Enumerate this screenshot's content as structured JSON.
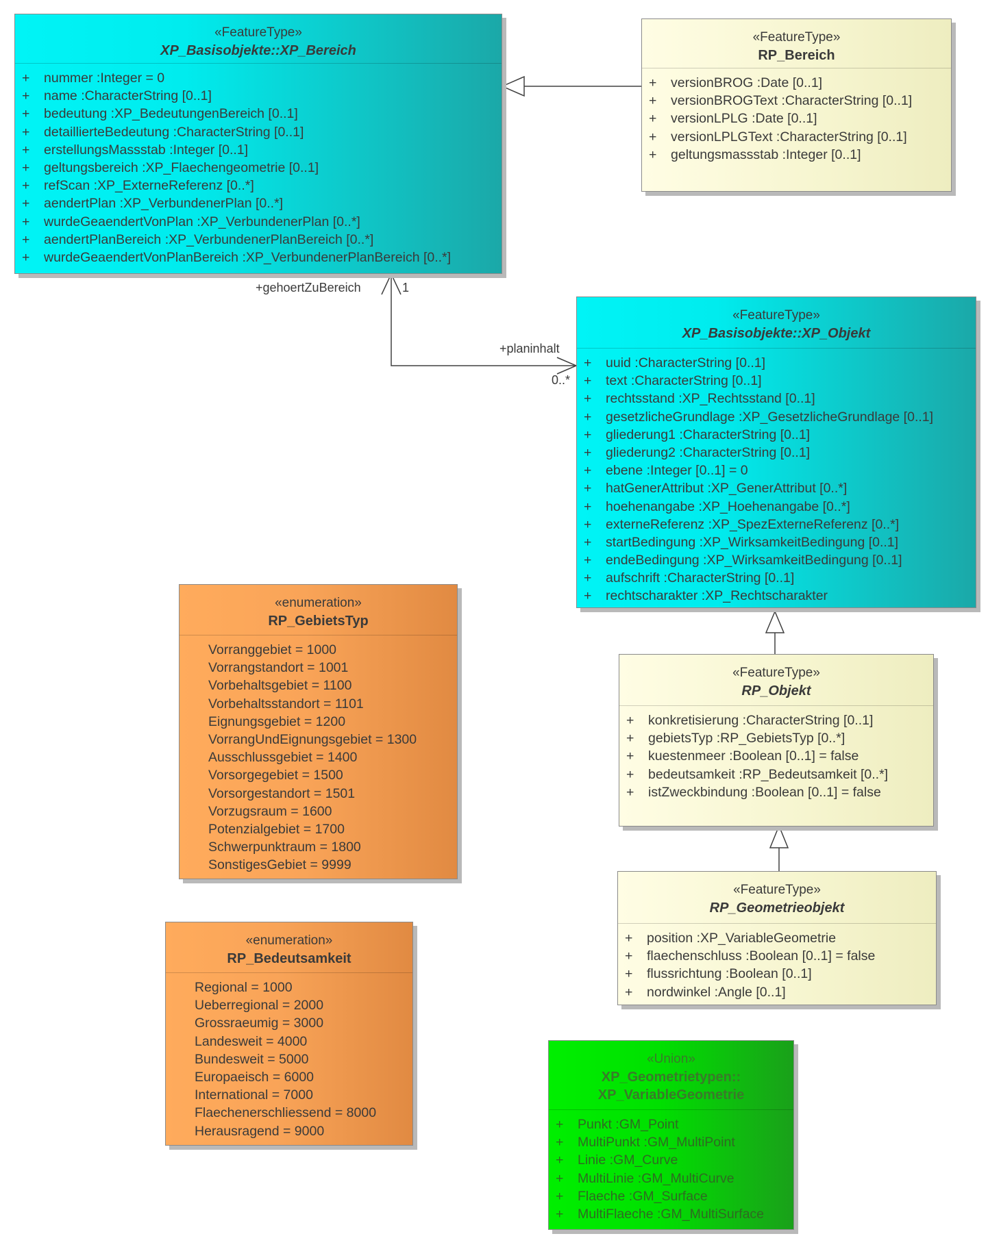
{
  "classes": {
    "xp_bereich": {
      "stereotype": "«FeatureType»",
      "name": "XP_Basisobjekte::XP_Bereich",
      "attributes": [
        {
          "vis": "+",
          "text": "nummer  :Integer = 0"
        },
        {
          "vis": "+",
          "text": "name  :CharacterString [0..1]"
        },
        {
          "vis": "+",
          "text": "bedeutung  :XP_BedeutungenBereich [0..1]"
        },
        {
          "vis": "+",
          "text": "detaillierteBedeutung  :CharacterString [0..1]"
        },
        {
          "vis": "+",
          "text": "erstellungsMassstab  :Integer [0..1]"
        },
        {
          "vis": "+",
          "text": "geltungsbereich  :XP_Flaechengeometrie [0..1]"
        },
        {
          "vis": "+",
          "text": "refScan  :XP_ExterneReferenz [0..*]"
        },
        {
          "vis": "+",
          "text": "aendertPlan  :XP_VerbundenerPlan [0..*]"
        },
        {
          "vis": "+",
          "text": "wurdeGeaendertVonPlan  :XP_VerbundenerPlan [0..*]"
        },
        {
          "vis": "+",
          "text": "aendertPlanBereich  :XP_VerbundenerPlanBereich [0..*]"
        },
        {
          "vis": "+",
          "text": "wurdeGeaendertVonPlanBereich  :XP_VerbundenerPlanBereich [0..*]"
        }
      ]
    },
    "rp_bereich": {
      "stereotype": "«FeatureType»",
      "name": "RP_Bereich",
      "attributes": [
        {
          "vis": "+",
          "text": "versionBROG  :Date [0..1]"
        },
        {
          "vis": "+",
          "text": "versionBROGText  :CharacterString [0..1]"
        },
        {
          "vis": "+",
          "text": "versionLPLG  :Date [0..1]"
        },
        {
          "vis": "+",
          "text": "versionLPLGText  :CharacterString [0..1]"
        },
        {
          "vis": "+",
          "text": "geltungsmassstab  :Integer [0..1]"
        }
      ]
    },
    "xp_objekt": {
      "stereotype": "«FeatureType»",
      "name": "XP_Basisobjekte::XP_Objekt",
      "attributes": [
        {
          "vis": "+",
          "text": "uuid  :CharacterString [0..1]"
        },
        {
          "vis": "+",
          "text": "text  :CharacterString [0..1]"
        },
        {
          "vis": "+",
          "text": "rechtsstand  :XP_Rechtsstand [0..1]"
        },
        {
          "vis": "+",
          "text": "gesetzlicheGrundlage  :XP_GesetzlicheGrundlage [0..1]"
        },
        {
          "vis": "+",
          "text": "gliederung1  :CharacterString [0..1]"
        },
        {
          "vis": "+",
          "text": "gliederung2  :CharacterString [0..1]"
        },
        {
          "vis": "+",
          "text": "ebene  :Integer [0..1] = 0"
        },
        {
          "vis": "+",
          "text": "hatGenerAttribut  :XP_GenerAttribut [0..*]"
        },
        {
          "vis": "+",
          "text": "hoehenangabe  :XP_Hoehenangabe [0..*]"
        },
        {
          "vis": "+",
          "text": "externeReferenz  :XP_SpezExterneReferenz [0..*]"
        },
        {
          "vis": "+",
          "text": "startBedingung  :XP_WirksamkeitBedingung [0..1]"
        },
        {
          "vis": "+",
          "text": "endeBedingung  :XP_WirksamkeitBedingung [0..1]"
        },
        {
          "vis": "+",
          "text": "aufschrift  :CharacterString [0..1]"
        },
        {
          "vis": "+",
          "text": "rechtscharakter  :XP_Rechtscharakter"
        }
      ]
    },
    "rp_objekt": {
      "stereotype": "«FeatureType»",
      "name": "RP_Objekt",
      "attributes": [
        {
          "vis": "+",
          "text": "konkretisierung  :CharacterString [0..1]"
        },
        {
          "vis": "+",
          "text": "gebietsTyp  :RP_GebietsTyp [0..*]"
        },
        {
          "vis": "+",
          "text": "kuestenmeer  :Boolean [0..1] = false"
        },
        {
          "vis": "+",
          "text": "bedeutsamkeit  :RP_Bedeutsamkeit [0..*]"
        },
        {
          "vis": "+",
          "text": "istZweckbindung  :Boolean [0..1] = false"
        }
      ]
    },
    "rp_geometrieobjekt": {
      "stereotype": "«FeatureType»",
      "name": "RP_Geometrieobjekt",
      "attributes": [
        {
          "vis": "+",
          "text": "position  :XP_VariableGeometrie"
        },
        {
          "vis": "+",
          "text": "flaechenschluss  :Boolean [0..1] = false"
        },
        {
          "vis": "+",
          "text": "flussrichtung  :Boolean [0..1]"
        },
        {
          "vis": "+",
          "text": "nordwinkel  :Angle [0..1]"
        }
      ]
    },
    "rp_gebietstyp": {
      "stereotype": "«enumeration»",
      "name": "RP_GebietsTyp",
      "literals": [
        "Vorranggebiet = 1000",
        "Vorrangstandort = 1001",
        "Vorbehaltsgebiet = 1100",
        "Vorbehaltsstandort = 1101",
        "Eignungsgebiet = 1200",
        "VorrangUndEignungsgebiet = 1300",
        "Ausschlussgebiet = 1400",
        "Vorsorgegebiet = 1500",
        "Vorsorgestandort = 1501",
        "Vorzugsraum = 1600",
        "Potenzialgebiet = 1700",
        "Schwerpunktraum = 1800",
        "SonstigesGebiet = 9999"
      ]
    },
    "rp_bedeutsamkeit": {
      "stereotype": "«enumeration»",
      "name": "RP_Bedeutsamkeit",
      "literals": [
        "Regional = 1000",
        "Ueberregional = 2000",
        "Grossraeumig = 3000",
        "Landesweit = 4000",
        "Bundesweit = 5000",
        "Europaeisch = 6000",
        "International = 7000",
        "Flaechenerschliessend = 8000",
        "Herausragend = 9000"
      ]
    },
    "xp_variablegeometrie": {
      "stereotype": "«Union»",
      "name_line1": "XP_Geometrietypen::",
      "name_line2": "XP_VariableGeometrie",
      "attributes": [
        {
          "vis": "+",
          "text": "Punkt  :GM_Point"
        },
        {
          "vis": "+",
          "text": "MultiPunkt  :GM_MultiPoint"
        },
        {
          "vis": "+",
          "text": "Linie  :GM_Curve"
        },
        {
          "vis": "+",
          "text": "MultiLinie  :GM_MultiCurve"
        },
        {
          "vis": "+",
          "text": "Flaeche  :GM_Surface"
        },
        {
          "vis": "+",
          "text": "MultiFlaeche  :GM_MultiSurface"
        }
      ]
    }
  },
  "association": {
    "source_role": "+gehoertZuBereich",
    "source_multiplicity": "1",
    "target_role": "+planinhalt",
    "target_multiplicity": "0..*"
  },
  "colors": {
    "featuretype_cyan": "#00f0f2",
    "featuretype_cream": "#fbfad8",
    "enumeration_orange": "#fba95b",
    "union_green": "#00e400",
    "line": "#404040"
  }
}
